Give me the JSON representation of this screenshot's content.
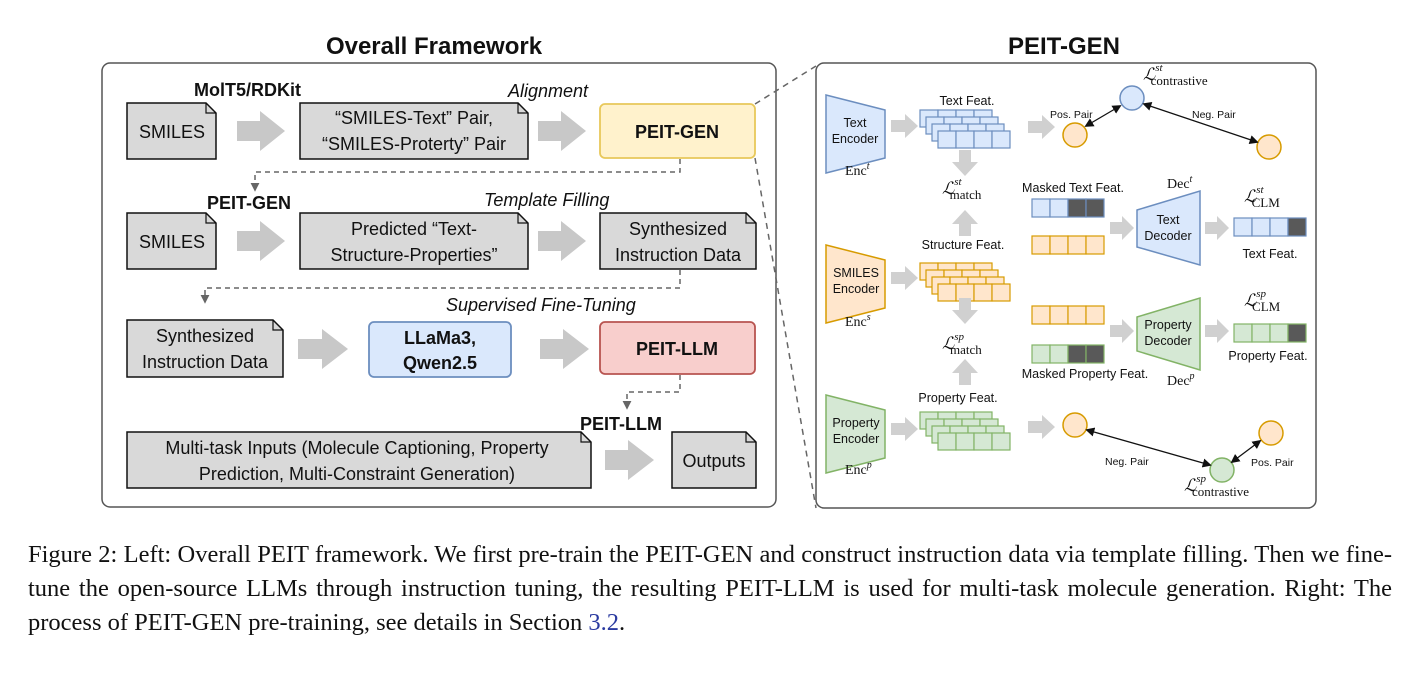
{
  "left_panel": {
    "title": "Overall Framework",
    "row1": {
      "tool_label": "MolT5/RDKit",
      "step_label": "Alignment",
      "input": "SMILES",
      "pair_line1": "“SMILES-Text” Pair,",
      "pair_line2": "“SMILES-Proterty” Pair",
      "output": "PEIT-GEN"
    },
    "row2": {
      "model_label": "PEIT-GEN",
      "step_label": "Template Filling",
      "input": "SMILES",
      "pred_line1": "Predicted “Text-",
      "pred_line2": "Structure-Properties”",
      "out_line1": "Synthesized",
      "out_line2": "Instruction Data"
    },
    "row3": {
      "step_label": "Supervised Fine-Tuning",
      "in_line1": "Synthesized",
      "in_line2": "Instruction Data",
      "llm_line1": "LLaMa3,",
      "llm_line2": "Qwen2.5",
      "output": "PEIT-LLM"
    },
    "row4": {
      "model_label": "PEIT-LLM",
      "in_line1": "Multi-task Inputs (Molecule Captioning, Property",
      "in_line2": "Prediction, Multi-Constraint Generation)",
      "output": "Outputs"
    }
  },
  "right_panel": {
    "title": "PEIT-GEN",
    "text_encoder": [
      "Text",
      "Encoder"
    ],
    "smiles_encoder": [
      "SMILES",
      "Encoder"
    ],
    "property_encoder": [
      "Property",
      "Encoder"
    ],
    "enc_t": "Enc",
    "enc_t_sup": "t",
    "enc_s": "Enc",
    "enc_s_sup": "s",
    "enc_p": "Enc",
    "enc_p_sup": "p",
    "text_feat": "Text Feat.",
    "structure_feat": "Structure Feat.",
    "property_feat": "Property Feat.",
    "masked_text_feat": "Masked Text Feat.",
    "masked_property_feat": "Masked Property Feat.",
    "text_decoder": [
      "Text",
      "Decoder"
    ],
    "property_decoder": [
      "Property",
      "Decoder"
    ],
    "dec_t": "Dec",
    "dec_t_sup": "t",
    "dec_p": "Dec",
    "dec_p_sup": "p",
    "text_feat_out": "Text Feat.",
    "property_feat_out": "Property Feat.",
    "pos_pair": "Pos. Pair",
    "neg_pair": "Neg. Pair",
    "loss_symbol": "ℒ",
    "loss_contrastive_st_sup": "st",
    "loss_contrastive_sub": "contrastive",
    "loss_match_st_sup": "st",
    "loss_match_sub": "match",
    "loss_clm_st_sup": "st",
    "loss_clm_sub": "CLM",
    "loss_match_sp_sup": "sp",
    "loss_clm_sp_sup": "sp",
    "loss_contrastive_sp_sup": "sp"
  },
  "caption": {
    "text": "Figure 2: Left: Overall PEIT framework. We first pre-train the PEIT-GEN and construct instruction data via template filling. Then we fine-tune the open-source LLMs through instruction tuning, the resulting PEIT-LLM is used for multi-task molecule generation. Right: The process of PEIT-GEN pre-training, see details in Section ",
    "section_ref": "3.2",
    "end": "."
  },
  "colors": {
    "gray_box": "#d9d9d9",
    "yellow_box": "#fff2cc",
    "yellow_border": "#e8c85a",
    "blue_box": "#dae8fc",
    "blue_border": "#6c8ebf",
    "red_box": "#f8cecc",
    "red_border": "#b85450",
    "orange_fill": "#ffe6cc",
    "orange_border": "#d79b00",
    "green_fill": "#d5e8d4",
    "green_border": "#82b366",
    "dark_cell": "#595959",
    "arrow_gray": "#c8c8c8"
  }
}
